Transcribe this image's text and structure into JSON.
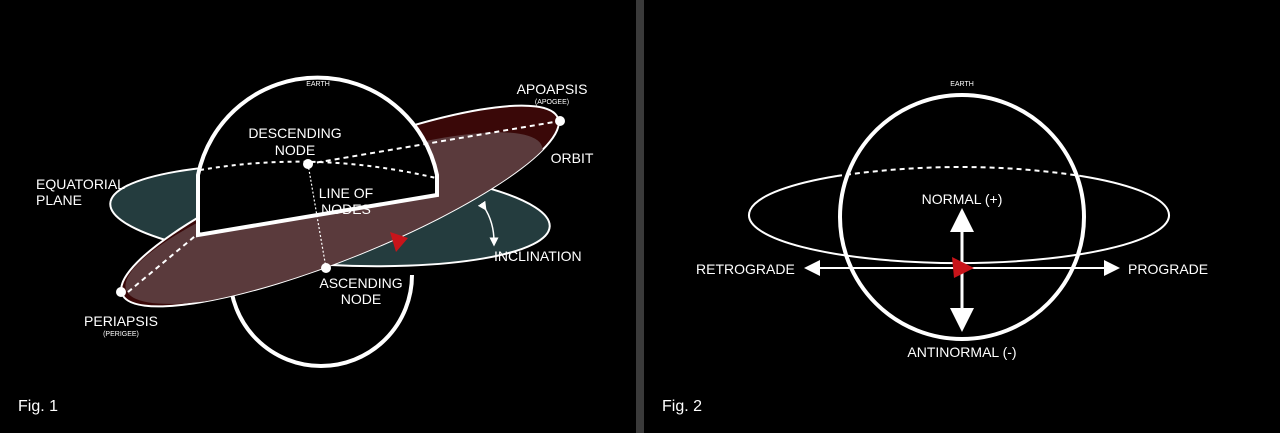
{
  "fig1": {
    "caption": "Fig. 1",
    "earth": "EARTH",
    "apoapsis": "APOAPSIS",
    "apogee": "(APOGEE)",
    "orbit": "ORBIT",
    "descending_node_l1": "DESCENDING",
    "descending_node_l2": "NODE",
    "line_of_nodes_l1": "LINE OF",
    "line_of_nodes_l2": "NODES",
    "equatorial_plane_l1": "EQUATORIAL",
    "equatorial_plane_l2": "PLANE",
    "inclination": "INCLINATION",
    "ascending_node_l1": "ASCENDING",
    "ascending_node_l2": "NODE",
    "periapsis": "PERIAPSIS",
    "perigee": "(PERIGEE)"
  },
  "fig2": {
    "caption": "Fig. 2",
    "earth": "EARTH",
    "normal": "NORMAL (+)",
    "antinormal": "ANTINORMAL (-)",
    "retrograde": "RETROGRADE",
    "prograde": "PROGRADE"
  },
  "colors": {
    "background": "#000000",
    "divider": "#3a3a3a",
    "equatorial_plane": "#243c3e",
    "orbit_plane": "#3a0808",
    "overlap": "#5a3a3c",
    "craft": "#c8141a",
    "lines": "#ffffff"
  }
}
